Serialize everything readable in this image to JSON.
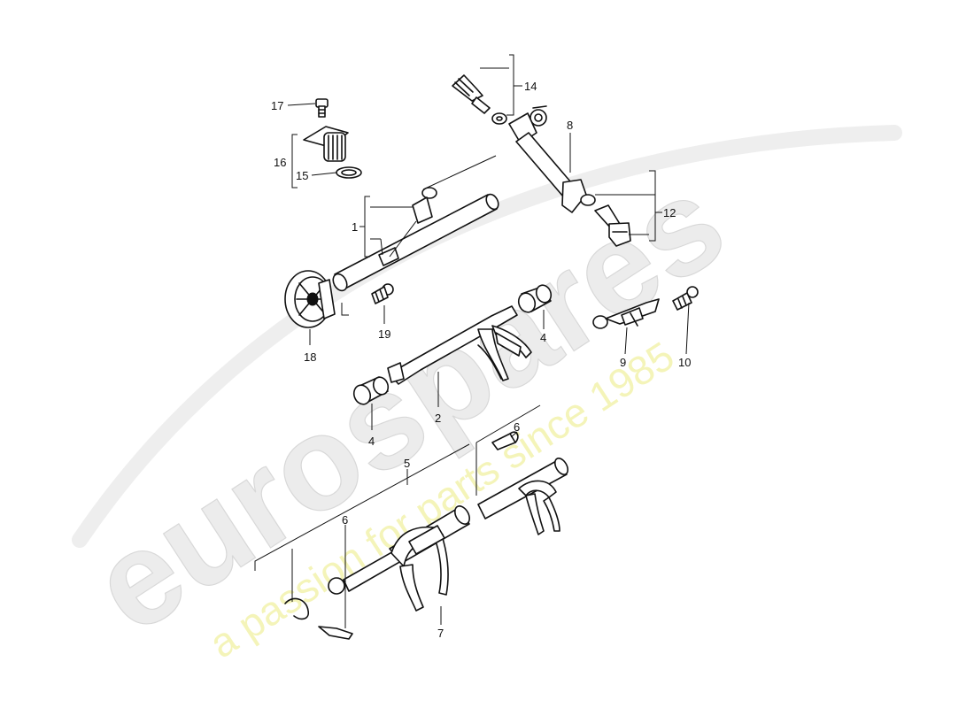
{
  "watermark": {
    "brand": "eurospares",
    "tagline": "a passion for parts since 1985"
  },
  "callouts": {
    "c1": "1",
    "c2": "2",
    "c4a": "4",
    "c4b": "4",
    "c5": "5",
    "c6a": "6",
    "c6b": "6",
    "c7": "7",
    "c8": "8",
    "c9": "9",
    "c10": "10",
    "c12": "12",
    "c14": "14",
    "c15": "15",
    "c16": "16",
    "c17": "17",
    "c18": "18",
    "c19": "19"
  }
}
